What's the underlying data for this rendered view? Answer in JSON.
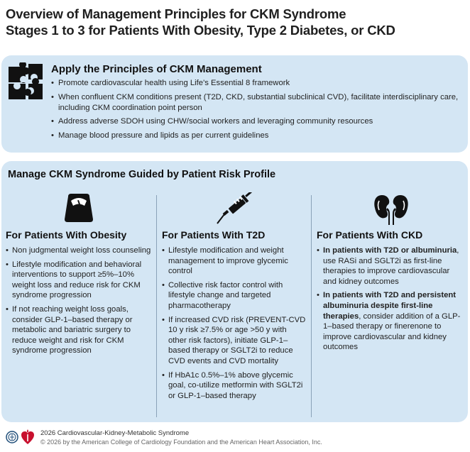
{
  "header": {
    "title_line1": "Overview of Management Principles for CKM Syndrome",
    "title_line2": "Stages 1 to 3 for Patients With Obesity, Type 2 Diabetes, or CKD"
  },
  "principles": {
    "icon": "puzzle-icon",
    "title": "Apply the Principles of CKM Management",
    "items": [
      "Promote cardiovascular health using Life's Essential 8 framework",
      "When confluent CKM conditions present (T2D, CKD, substantial subclinical CVD), facilitate interdisciplinary care, including CKM coordination point person",
      "Address adverse SDOH using CHW/social workers and leveraging community resources",
      "Manage blood pressure and lipids as per current guidelines"
    ]
  },
  "risk_profile": {
    "title": "Manage CKM Syndrome Guided by Patient Risk Profile",
    "columns": [
      {
        "icon": "scale-icon",
        "title": "For Patients With Obesity",
        "items": [
          "Non judgmental weight loss counseling",
          "Lifestyle modification and behavioral interventions to support ≥5%–10% weight loss and reduce risk for CKM syndrome progression",
          "If not reaching weight loss goals, consider GLP-1–based therapy or metabolic and bariatric surgery to reduce weight and risk for CKM syndrome progression"
        ]
      },
      {
        "icon": "syringe-icon",
        "title": "For Patients With T2D",
        "items": [
          "Lifestyle modification and weight management to improve glycemic control",
          "Collective risk factor control with lifestyle change and targeted pharmacotherapy",
          "If increased CVD risk (PREVENT-CVD 10 y risk ≥7.5% or age >50 y with other risk factors), initiate GLP-1–based therapy or SGLT2i to reduce CVD events and CVD mortality",
          "If HbA1c 0.5%–1% above glycemic goal, co-utilize metformin with SGLT2i or GLP-1–based therapy"
        ]
      },
      {
        "icon": "kidneys-icon",
        "title": "For Patients With CKD",
        "items": [
          {
            "bold": "In patients with T2D or albuminuria",
            "text": ", use RASi and SGLT2i as first-line therapies to improve cardiovascular and kidney outcomes"
          },
          {
            "bold": "In patients with T2D and persistent albuminuria despite first-line therapies",
            "text": ", consider addition of a GLP-1–based therapy or finerenone to improve cardiovascular and kidney outcomes"
          }
        ]
      }
    ]
  },
  "footer": {
    "line1": "2026 Cardiovascular-Kidney-Metabolic Syndrome",
    "line2": "© 2026 by the American College of Cardiology Foundation and the American Heart Association, Inc.",
    "logos": [
      "acc-seal-icon",
      "aha-heart-torch-icon"
    ]
  },
  "colors": {
    "panel_background": "#d4e6f4",
    "divider": "#8aa2b8",
    "aha_red": "#c8102e",
    "acc_blue": "#1f4e79"
  }
}
